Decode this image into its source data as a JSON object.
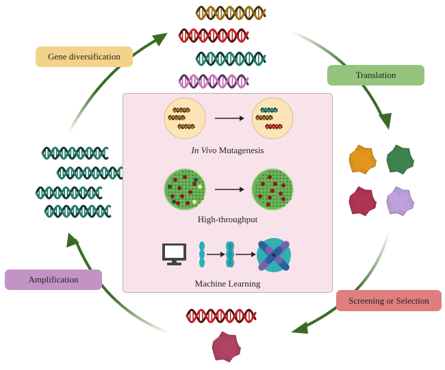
{
  "diagram": {
    "title": "Directed evolution cycle",
    "steps": [
      {
        "id": "gene-diversification",
        "label": "Gene diversification",
        "color": "#F3D38A"
      },
      {
        "id": "translation",
        "label": "Translation",
        "color": "#94C47D"
      },
      {
        "id": "screening-selection",
        "label": "Screening or Selection",
        "color": "#E07E7E"
      },
      {
        "id": "amplification",
        "label": "Amplification",
        "color": "#C393C6"
      }
    ],
    "center_panel": {
      "background": "#F9E3EA",
      "methods": [
        {
          "label_italic": "In Vivo",
          "label_rest": " Mutagenesis"
        },
        {
          "label": "High-throughput"
        },
        {
          "label": "Machine Learning"
        }
      ]
    },
    "arrow_color": "#3A6B25",
    "dna_library_colors": [
      "#9A6A14",
      "#C21F23",
      "#1F7A6A",
      "#C873C0"
    ],
    "protein_colors": [
      "#D8901C",
      "#3D7F4A",
      "#A8334F",
      "#B69AD0"
    ],
    "selected_protein_color": "#A8405E",
    "amplified_dna_color": "#1F7A6A"
  }
}
